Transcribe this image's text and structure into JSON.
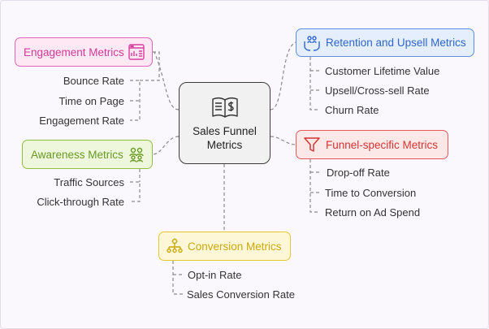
{
  "center": {
    "title": "Sales Funnel Metrics",
    "icon": "book-dollar-icon"
  },
  "engagement": {
    "title": "Engagement Metrics",
    "icon": "browser-chart-icon",
    "color": "#e664b6",
    "items": [
      "Bounce Rate",
      "Time on Page",
      "Engagement Rate"
    ]
  },
  "awareness": {
    "title": "Awareness Metrics",
    "icon": "people-group-icon",
    "color": "#8fc13f",
    "items": [
      "Traffic Sources",
      "Click-through Rate"
    ]
  },
  "retention": {
    "title": "Retention and Upsell Metrics",
    "icon": "hands-people-icon",
    "color": "#5b8fe6",
    "items": [
      "Customer Lifetime Value",
      "Upsell/Cross-sell Rate",
      "Churn Rate"
    ]
  },
  "funnel": {
    "title": "Funnel-specific Metrics",
    "icon": "funnel-icon",
    "color": "#e85a5a",
    "items": [
      "Drop-off Rate",
      "Time to Conversion",
      "Return on Ad Spend"
    ]
  },
  "conversion": {
    "title": "Conversion Metrics",
    "icon": "network-gear-icon",
    "color": "#e6c82a",
    "items": [
      "Opt-in Rate",
      "Sales Conversion Rate"
    ]
  }
}
